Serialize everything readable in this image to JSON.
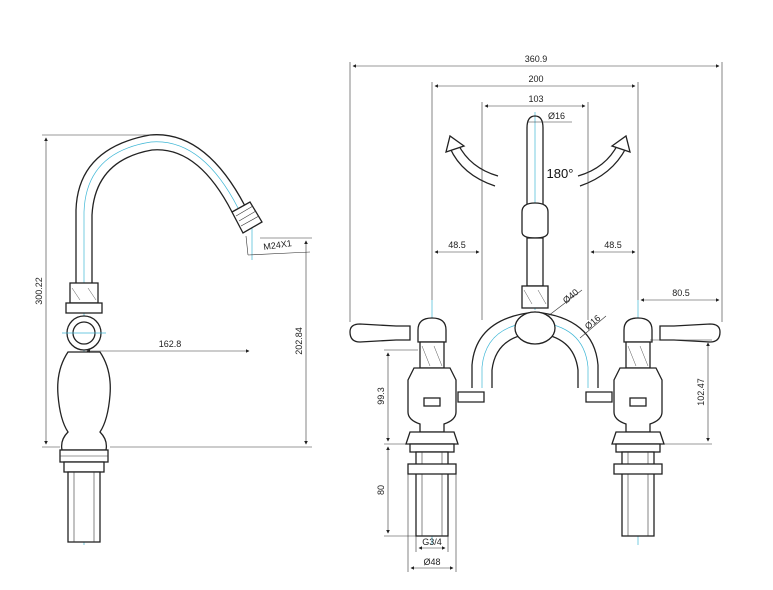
{
  "side_view": {
    "dims": {
      "height_total": "300.22",
      "reach": "162.8",
      "spout_height": "202.84",
      "outlet_thread": "M24X1"
    }
  },
  "front_view": {
    "dims": {
      "overall_width": "360.9",
      "centres": "200",
      "bridge_width": "103",
      "spout_dia": "Ø16",
      "left_offset": "48.5",
      "right_offset": "48.5",
      "handle_reach": "80.5",
      "bridge_dia": "Ø40",
      "pipe_dia": "Ø16",
      "valve_height_left": "99.3",
      "valve_height_right": "102.47",
      "shank_length": "80",
      "thread": "G3/4",
      "base_dia": "Ø48"
    },
    "rotation_label": "180°"
  }
}
